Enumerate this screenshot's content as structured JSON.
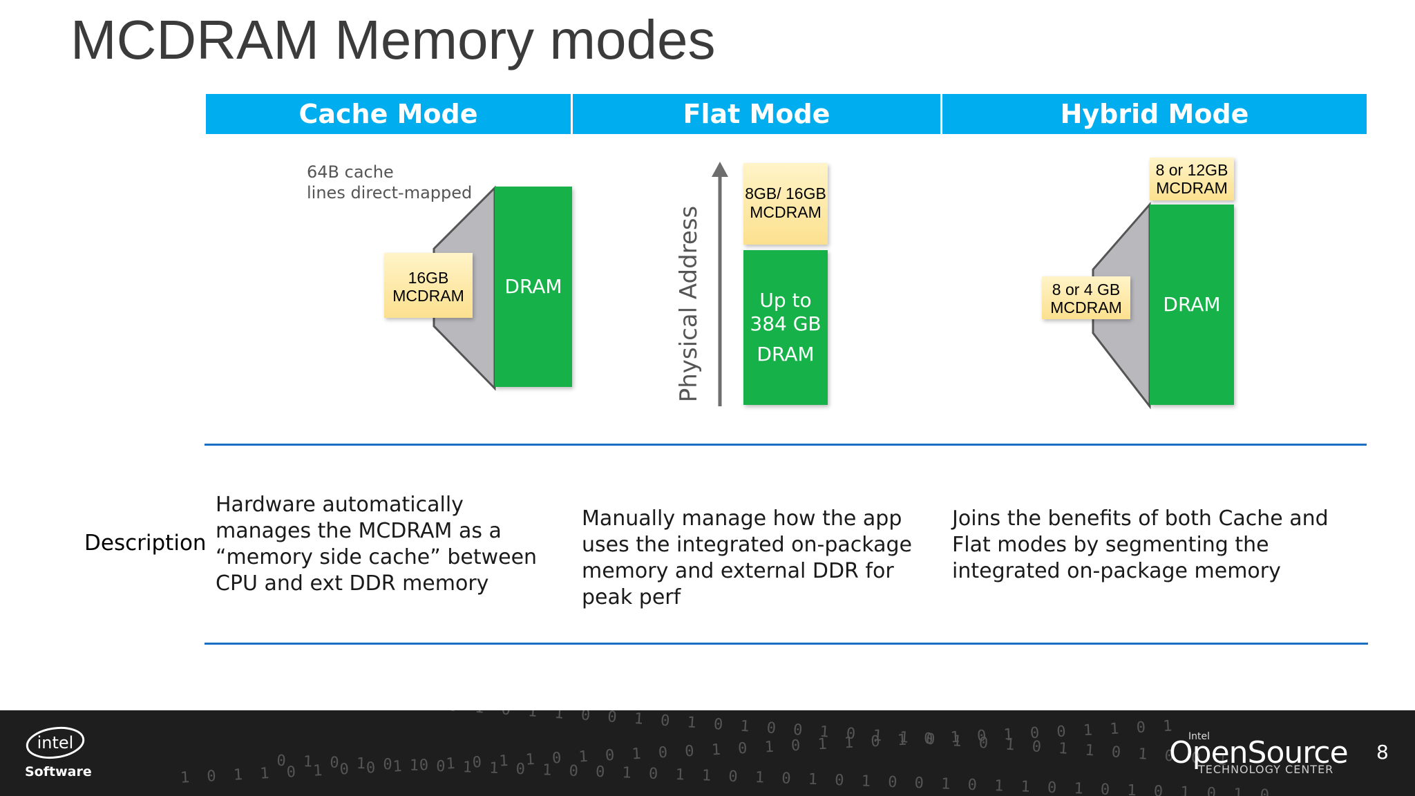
{
  "slide": {
    "title": "MCDRAM Memory modes",
    "page_number": "8"
  },
  "columns": [
    {
      "header": "Cache Mode",
      "description": "Hardware automatically manages the MCDRAM as a “memory side cache” between CPU and ext DDR memory"
    },
    {
      "header": "Flat Mode",
      "description": "Manually manage how the app uses the integrated on-package memory and external DDR for peak perf"
    },
    {
      "header": "Hybrid Mode",
      "description": "Joins the benefits of both Cache and Flat modes by segmenting the integrated on-package memory"
    }
  ],
  "row_label": "Description",
  "cache_diagram": {
    "note_line1": "64B cache",
    "note_line2": "lines direct-mapped",
    "mcdram_line1": "16GB",
    "mcdram_line2": "MCDRAM",
    "dram_label": "DRAM"
  },
  "flat_diagram": {
    "axis_label": "Physical Address",
    "mcdram_line1": "8GB/ 16GB",
    "mcdram_line2": "MCDRAM",
    "dram_line1": "Up to",
    "dram_line2": "384 GB",
    "dram_line3": "DRAM"
  },
  "hybrid_diagram": {
    "flat_mcdram_line1": "8 or 12GB",
    "flat_mcdram_line2": "MCDRAM",
    "cache_mcdram_line1": "8 or 4 GB",
    "cache_mcdram_line2": "MCDRAM",
    "dram_label": "DRAM"
  },
  "footer": {
    "intel_logo_text": "intel",
    "software_text": "Software",
    "os_brand_small": "Intel",
    "os_brand": "OpenSource",
    "os_subtitle": "TECHNOLOGY CENTER",
    "binary_rows": [
      "0 1 0 0 1 0 1 1 0 1 0 1 1 0 0 1 0 1 0 1 0 0 1 0 1 1 0 1 0 1 0 1 1 0 1 0 0 1",
      "1 0 1 1 0 1 0 0 1 0 1 0 1 1 0 1 0 1 0 0 1 0 1 0 1 1 0 1 0 1 0 1 0 0 1 1 0 1",
      "0 1 0 1 0 1 0 1 1 0 1 0 0 1 0 1 1 0 1 0 1 0 1 0 0 1 0 1 1 0 1 0 1 0 1 0 1 0"
    ]
  },
  "colors": {
    "header_bg": "#00aeef",
    "divider": "#1a6fc4",
    "dram_green": "#14b24a",
    "mcdram_yellow": "#fde9a2",
    "cache_gray": "#b9b9bd",
    "footer_bg": "#1e1e1e"
  }
}
